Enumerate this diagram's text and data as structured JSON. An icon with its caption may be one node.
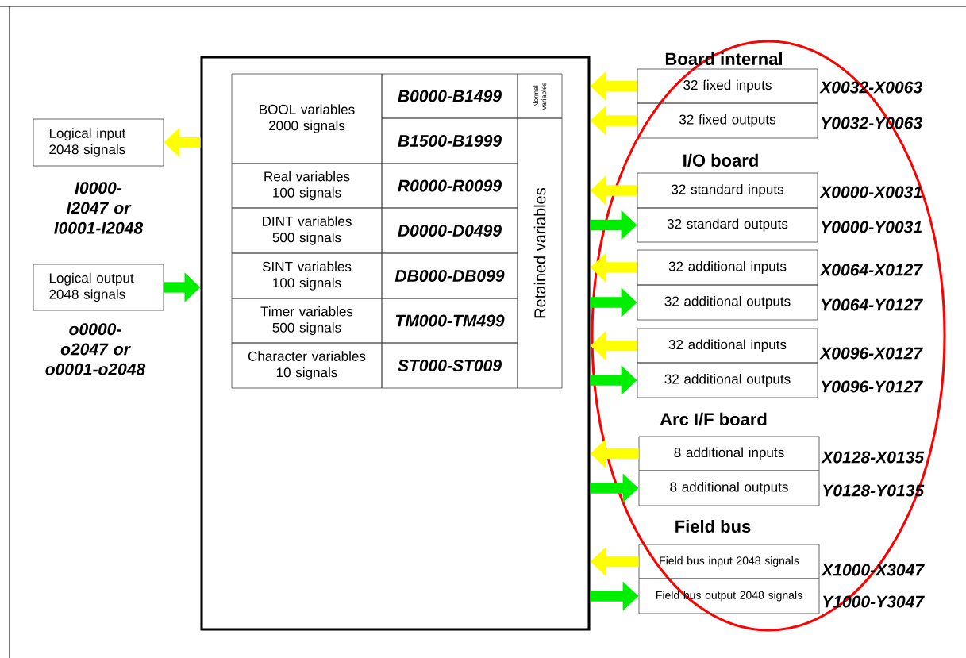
{
  "diagram": {
    "nodes": [
      {
        "text": [],
        "shape": "box"
      },
      {
        "text": [
          "Logical input 2048 signals"
        ],
        "beside": [
          "I0000-I2047 or I0001-I2048"
        ]
      },
      {
        "text": [
          "Logical output 2048 signals"
        ],
        "beside": [
          "o0000-o2047 or o0001-o2048"
        ]
      },
      {
        "text": [
          "32 fixed inputs"
        ],
        "beside": [
          "X0032-X0063"
        ]
      },
      {
        "text": [
          "32 fixed outputs"
        ],
        "beside": [
          "Y0032-Y0063"
        ]
      },
      {
        "text": [
          "32 standard inputs"
        ],
        "beside": [
          "X0000-X0031"
        ]
      },
      {
        "text": [
          "32 standard outputs"
        ],
        "beside": [
          "Y0000-Y0031"
        ]
      },
      {
        "text": [
          "32 additional inputs"
        ],
        "beside": [
          "X0064-X0127"
        ]
      },
      {
        "text": [
          "32 additional outputs"
        ],
        "beside": [
          "Y0064-Y0127"
        ]
      },
      {
        "text": [
          "32 additional inputs"
        ],
        "beside": [
          "X0096-X0127"
        ]
      },
      {
        "text": [
          "32 additional outputs"
        ],
        "beside": [
          "Y0096-Y0127"
        ]
      },
      {
        "text": [
          "8 additional inputs"
        ],
        "beside": [
          "X0128-X0135"
        ]
      },
      {
        "text": [
          "8 additional outputs"
        ],
        "beside": [
          "Y0128-Y0135"
        ]
      },
      {
        "text": [
          "Field bus input 2048 signals"
        ],
        "beside": [
          "X1000-X3047"
        ]
      },
      {
        "text": [
          "Field bus output 2048 signals"
        ],
        "beside": [
          "Y1000-Y3047"
        ]
      }
    ],
    "edges": [
      {
        "from": 0,
        "to": 1,
        "arrow": "to",
        "color": "#ffff00"
      },
      {
        "from": 2,
        "to": 0,
        "arrow": "to",
        "color": "#00ee00"
      },
      {
        "from": 3,
        "to": 0,
        "arrow": "to",
        "color": "#ffff00"
      },
      {
        "from": 4,
        "to": 0,
        "arrow": "to",
        "color": "#ffff00"
      },
      {
        "from": 5,
        "to": 0,
        "arrow": "to",
        "color": "#ffff00"
      },
      {
        "from": 0,
        "to": 6,
        "arrow": "to",
        "color": "#00ee00"
      },
      {
        "from": 7,
        "to": 0,
        "arrow": "to",
        "color": "#ffff00"
      },
      {
        "from": 0,
        "to": 8,
        "arrow": "to",
        "color": "#00ee00"
      },
      {
        "from": 9,
        "to": 0,
        "arrow": "to",
        "color": "#ffff00"
      },
      {
        "from": 0,
        "to": 10,
        "arrow": "to",
        "color": "#00ee00"
      },
      {
        "from": 11,
        "to": 0,
        "arrow": "to",
        "color": "#ffff00"
      },
      {
        "from": 0,
        "to": 12,
        "arrow": "to",
        "color": "#00ee00"
      },
      {
        "from": 13,
        "to": 0,
        "arrow": "to",
        "color": "#ffff00"
      },
      {
        "from": 0,
        "to": 14,
        "arrow": "to",
        "color": "#00ee00"
      }
    ],
    "labels": [
      "Board internal",
      "BOOL variables 2000 signals",
      "B0000-B1499",
      "Normal variables",
      "B1500-B1999",
      "Retained variables",
      "Real variables 100 signals",
      "R0000-R0099",
      "DINT variables 500 signals",
      "D0000-D0499",
      "SINT variables 100 signals",
      "DB000-DB099",
      "Timer variables 500 signals",
      "TM000-TM499",
      "Character variables 10 signals",
      "ST000-ST009",
      "I/O board",
      "Arc I/F board",
      "Field bus"
    ]
  }
}
